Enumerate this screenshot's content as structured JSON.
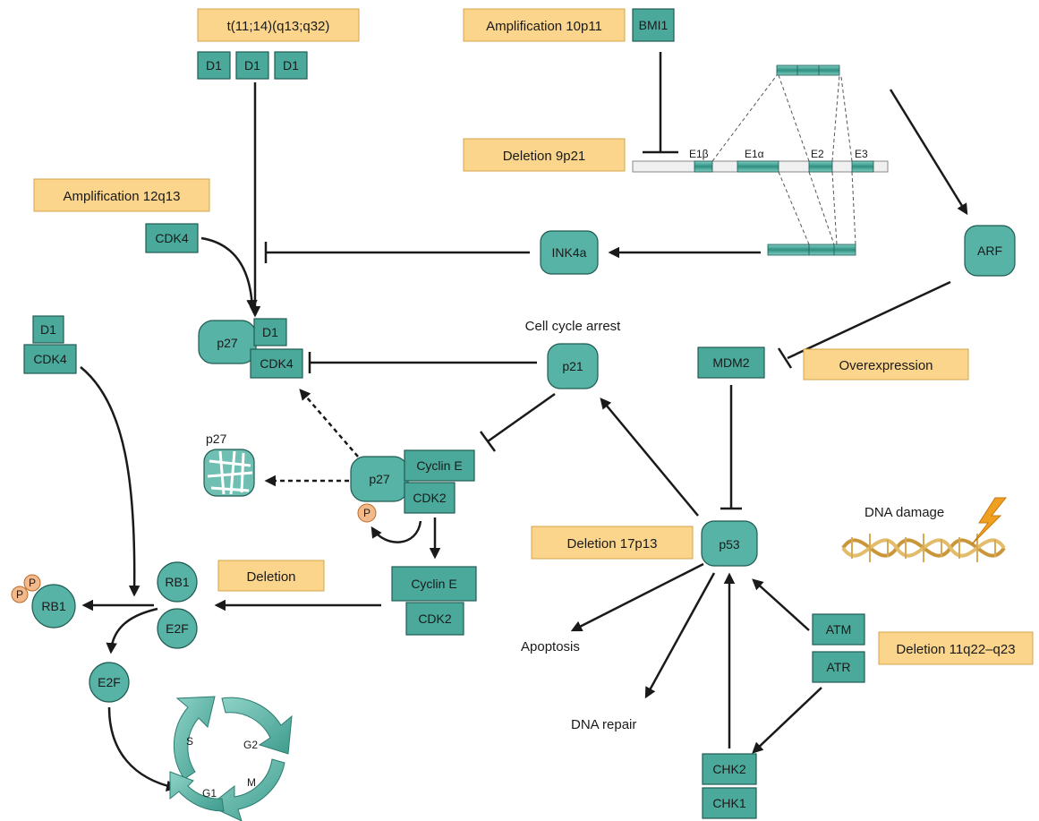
{
  "labels": {
    "translocation": "t(11;14)(q13;q32)",
    "amp10p11": "Amplification 10p11",
    "deletion9p21": "Deletion 9p21",
    "amp12q13": "Amplification 12q13",
    "overexpression": "Overexpression",
    "deletion17p13": "Deletion 17p13",
    "deletion": "Deletion",
    "deletion11q": "Deletion 11q22–q23"
  },
  "nodes": {
    "d1_a": "D1",
    "d1_b": "D1",
    "d1_c": "D1",
    "bmi1": "BMI1",
    "cdk4_amp": "CDK4",
    "ink4a": "INK4a",
    "arf": "ARF",
    "d1_left": "D1",
    "cdk4_left": "CDK4",
    "p27_complex": "p27",
    "d1_complex": "D1",
    "cdk4_complex": "CDK4",
    "p21": "p21",
    "mdm2": "MDM2",
    "p27_degraded": "p27",
    "p27_cyc": "p27",
    "cyclin_e_1": "Cyclin E",
    "cdk2_1": "CDK2",
    "phospho_p": "P",
    "cyclin_e_2": "Cyclin E",
    "cdk2_2": "CDK2",
    "rb1": "RB1",
    "e2f_bound": "E2F",
    "rb1_p": "RB1",
    "p_a": "P",
    "p_b": "P",
    "e2f_free": "E2F",
    "p53": "p53",
    "atm": "ATM",
    "atr": "ATR",
    "chk2": "CHK2",
    "chk1": "CHK1"
  },
  "text": {
    "cell_cycle_arrest": "Cell cycle arrest",
    "dna_damage": "DNA damage",
    "apoptosis": "Apoptosis",
    "dna_repair": "DNA repair"
  },
  "gene_map": {
    "e1b": "E1β",
    "e1a": "E1α",
    "e2": "E2",
    "e3": "E3"
  },
  "cycle": {
    "s": "S",
    "g2": "G2",
    "m": "M",
    "g1": "G1"
  },
  "colors": {
    "node_fill": "#4aa99b",
    "node_stroke": "#1f5a52",
    "label_fill": "#fbd58c",
    "phospho_fill": "#f3b98a",
    "lightning": "#f0a020"
  }
}
